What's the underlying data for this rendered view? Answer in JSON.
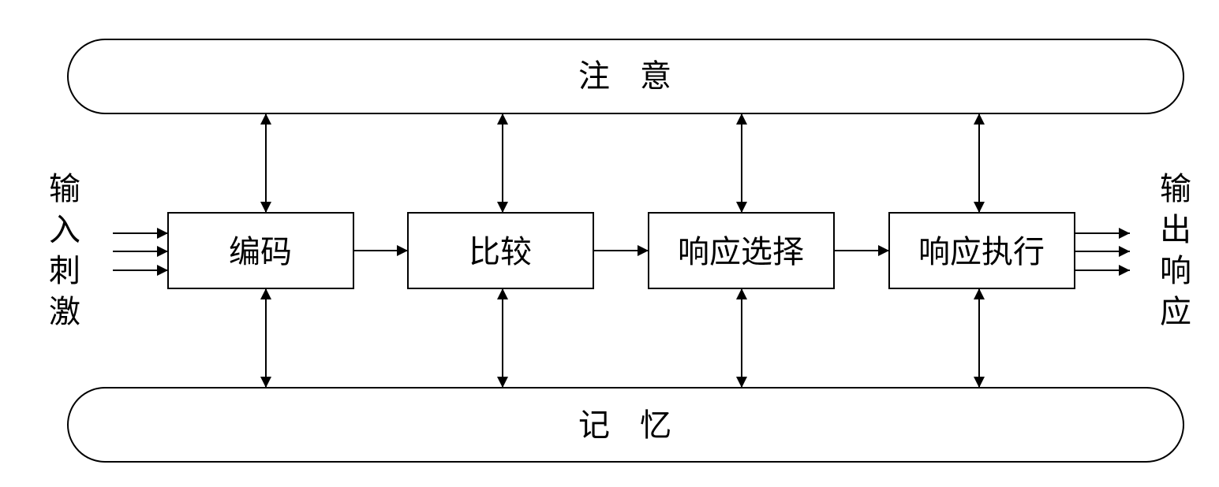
{
  "attention": {
    "label": "注意"
  },
  "memory": {
    "label": "记忆"
  },
  "stages": [
    {
      "label": "编码"
    },
    {
      "label": "比较"
    },
    {
      "label": "响应选择"
    },
    {
      "label": "响应执行"
    }
  ],
  "input": {
    "chars": [
      "输",
      "入",
      "刺",
      "激"
    ]
  },
  "output": {
    "chars": [
      "输",
      "出",
      "响",
      "应"
    ]
  }
}
